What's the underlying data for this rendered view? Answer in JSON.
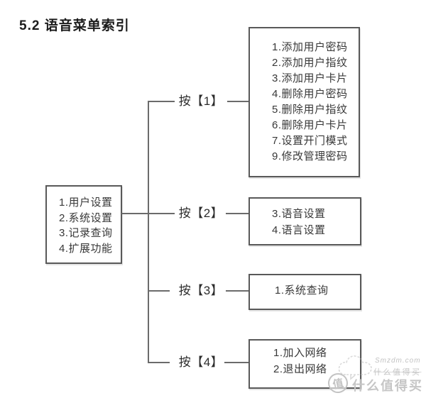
{
  "title": "5.2  语音菜单索引",
  "root_box": {
    "items": [
      "1.用户设置",
      "2.系统设置",
      "3.记录查询",
      "4.扩展功能"
    ]
  },
  "branches": [
    {
      "label": "按【1】",
      "items": [
        "1.添加用户密码",
        "2.添加用户指纹",
        "3.添加用户卡片",
        "4.删除用户密码",
        "5.删除用户指纹",
        "6.删除用户卡片",
        "7.设置开门模式",
        "9.修改管理密码"
      ]
    },
    {
      "label": "按【2】",
      "items": [
        "3.语音设置",
        "4.语言设置"
      ]
    },
    {
      "label": "按【3】",
      "items": [
        "1.系统查询"
      ]
    },
    {
      "label": "按【4】",
      "items": [
        "1.加入网络",
        "2.退出网络"
      ]
    }
  ],
  "watermark": {
    "small_line1": "Smzdm.com",
    "small_line2": "什么值得买",
    "coin_char": "值",
    "brand_text": "什么值得买"
  },
  "colors": {
    "background": "#ffffff",
    "box_border": "#595959",
    "connector_line": "#6b6b6b",
    "body_text": "#383838",
    "title_text": "#1c1c1c",
    "watermark_gray": "#c3c3c3"
  }
}
